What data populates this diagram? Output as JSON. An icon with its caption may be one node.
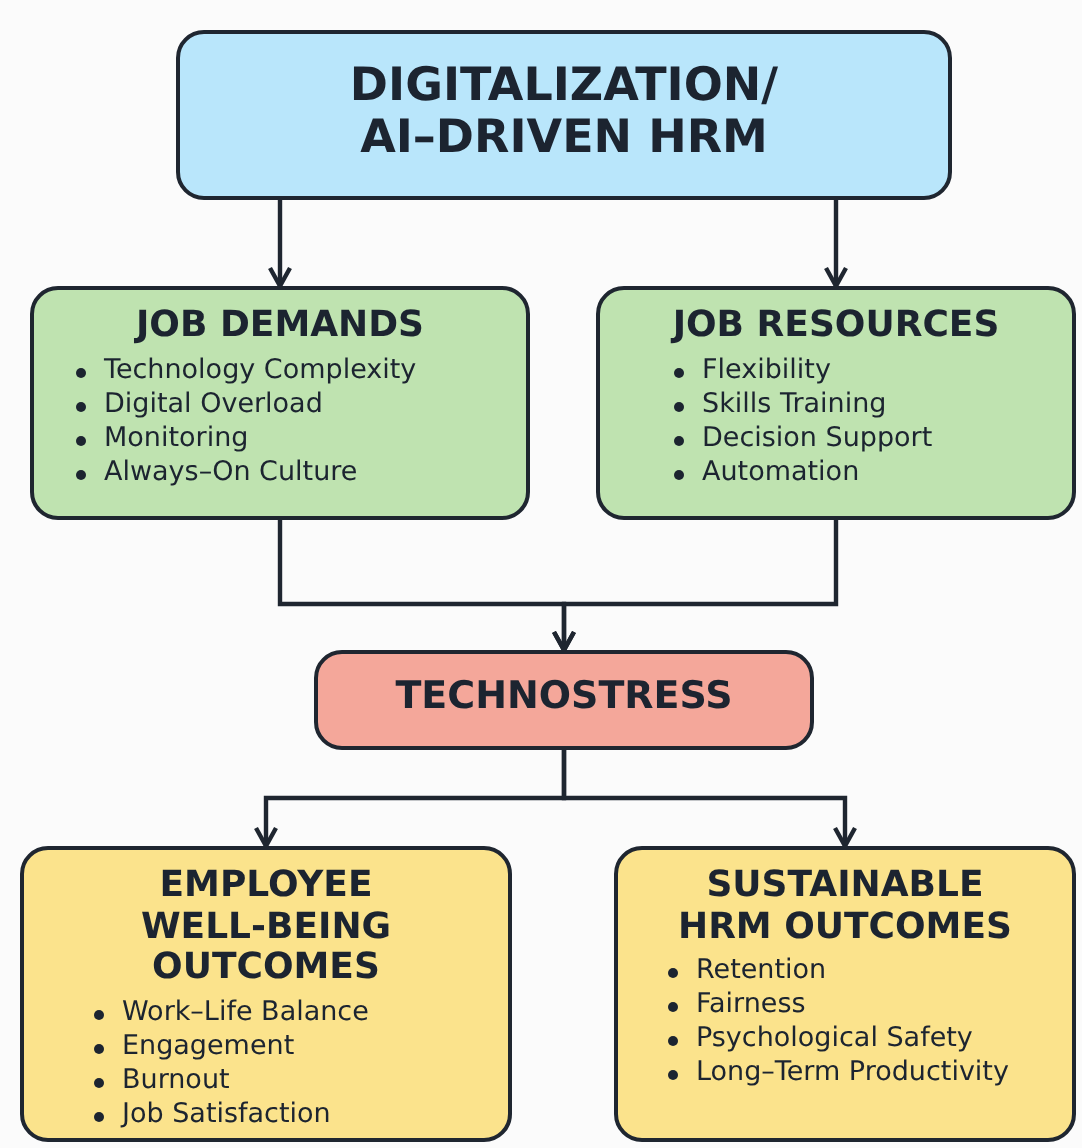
{
  "diagram": {
    "nodes": [
      {
        "text": [
          "DIGITALIZATION/ AI–DRIVEN HRM"
        ]
      },
      {
        "text": [
          "JOB DEMANDS",
          "Technology Complexity",
          "Digital Overload",
          "Monitoring",
          "Always–On Culture"
        ]
      },
      {
        "text": [
          "JOB RESOURCES",
          "Flexibility",
          "Skills Training",
          "Decision Support",
          "Automation"
        ]
      },
      {
        "text": [
          "TECHNOSTRESS"
        ]
      },
      {
        "text": [
          "EMPLOYEE WELL-BEING OUTCOMES",
          "Work–Life Balance",
          "Engagement",
          "Burnout",
          "Job Satisfaction"
        ]
      },
      {
        "text": [
          "SUSTAINABLE HRM OUTCOMES",
          "Retention",
          "Fairness",
          "Psychological Safety",
          "Long–Term Productivity"
        ]
      }
    ],
    "edges": [
      {
        "from": 0,
        "to": 1,
        "arrow": "to"
      },
      {
        "from": 0,
        "to": 2,
        "arrow": "to"
      },
      {
        "from": 1,
        "to": 3,
        "arrow": "to"
      },
      {
        "from": 2,
        "to": 3,
        "arrow": "to"
      },
      {
        "from": 3,
        "to": 4,
        "arrow": "to"
      },
      {
        "from": 3,
        "to": 5,
        "arrow": "to"
      }
    ]
  }
}
